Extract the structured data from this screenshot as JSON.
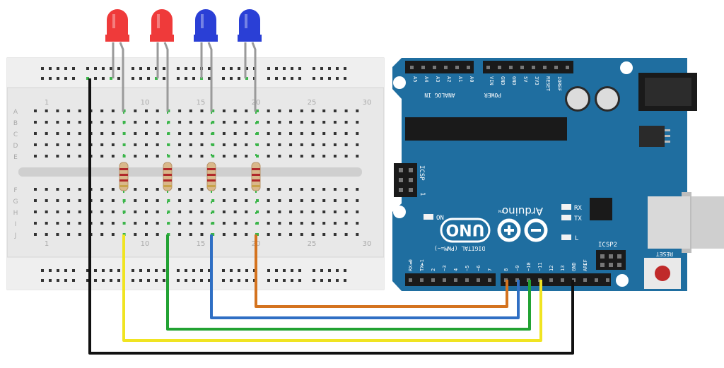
{
  "breadboard": {
    "columns": [
      "1",
      "10",
      "15",
      "20",
      "25",
      "30"
    ],
    "rows_top": [
      "A",
      "B",
      "C",
      "D",
      "E"
    ],
    "rows_bottom": [
      "F",
      "G",
      "H",
      "I",
      "J"
    ]
  },
  "leds": [
    {
      "color": "red"
    },
    {
      "color": "red"
    },
    {
      "color": "blue"
    },
    {
      "color": "blue"
    }
  ],
  "arduino": {
    "logo": "Arduino",
    "trademark": "TM",
    "model": "UNO",
    "on_label": "ON",
    "reset_label": "RESET",
    "icsp_label": "ICSP",
    "icsp2_label": "ICSP2",
    "icsp_pin": "1",
    "analog_header": "ANALOG IN",
    "power_header": "POWER",
    "digital_header": "DIGITAL (PWM=~)",
    "tx_label": "TX",
    "rx_label": "RX",
    "l_label": "L",
    "analog_pins": [
      "A5",
      "A4",
      "A3",
      "A2",
      "A1",
      "A0"
    ],
    "power_pins": [
      "VIN",
      "GND",
      "GND",
      "5V",
      "3V3",
      "RESET",
      "IOREF"
    ],
    "digital_pins": [
      "RX◄0",
      "TX►1",
      "2",
      "~3",
      "4",
      "~5",
      "~6",
      "7",
      "8",
      "~9",
      "~10",
      "~11",
      "12",
      "13",
      "GND",
      "AREF"
    ]
  },
  "wires": [
    {
      "color": "#d4731f",
      "to_pin": "8"
    },
    {
      "color": "#2f6fc4",
      "to_pin": "~9"
    },
    {
      "color": "#22a233",
      "to_pin": "~10"
    },
    {
      "color": "#f0e422",
      "to_pin": "~11"
    },
    {
      "color": "#111111",
      "to_pin": "GND"
    }
  ],
  "colors": {
    "board": "#1f6ea0",
    "breadboard": "#e8e8e8",
    "led_red": "#ef3a3a",
    "led_blue": "#2a3fd6"
  }
}
